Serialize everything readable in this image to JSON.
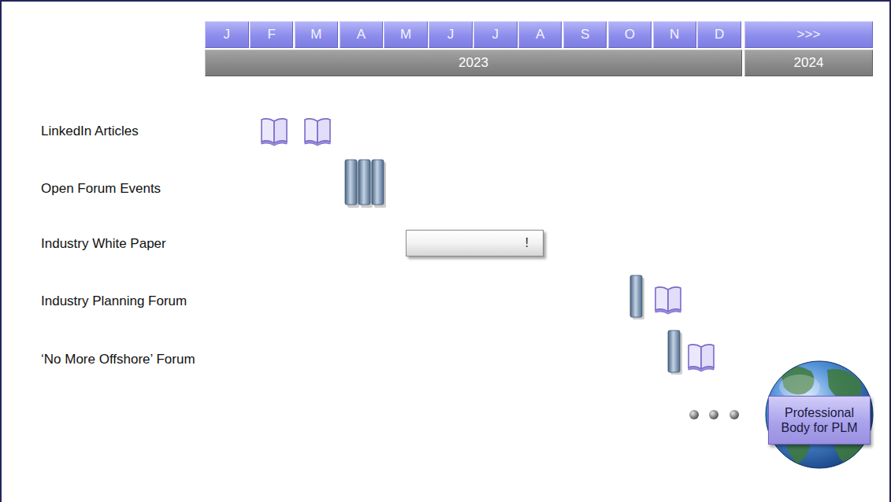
{
  "diagram": {
    "nodes": [
      {
        "text": [
          "J"
        ]
      },
      {
        "text": [
          "F"
        ]
      },
      {
        "text": [
          "M"
        ]
      },
      {
        "text": [
          "A"
        ]
      },
      {
        "text": [
          "M"
        ]
      },
      {
        "text": [
          "J"
        ]
      },
      {
        "text": [
          "J"
        ]
      },
      {
        "text": [
          "A"
        ]
      },
      {
        "text": [
          "S"
        ]
      },
      {
        "text": [
          "O"
        ]
      },
      {
        "text": [
          "N"
        ]
      },
      {
        "text": [
          "D"
        ]
      },
      {
        "text": [
          ">>>"
        ]
      },
      {
        "text": [
          "2023"
        ]
      },
      {
        "text": [
          "2024"
        ]
      },
      {
        "text": [
          "!"
        ]
      },
      {
        "text": [
          "Professional Body for PLM"
        ]
      }
    ],
    "labels": [
      "LinkedIn Articles",
      "Open Forum Events",
      "Industry White Paper",
      "Industry Planning Forum",
      "‘No More Offshore’ Forum"
    ]
  }
}
